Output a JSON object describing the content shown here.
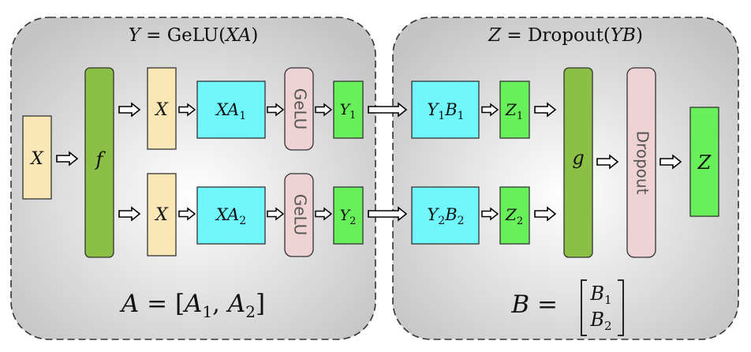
{
  "left_panel": {
    "title_lhs": "Y",
    "title_eq": " = ",
    "title_fn": "GeLU(",
    "title_arg": "XA",
    "title_close": ")",
    "footer_lhs": "A",
    "footer_eq": " = [",
    "footer_a1": "A",
    "footer_a1_sub": "1",
    "footer_comma": ", ",
    "footer_a2": "A",
    "footer_a2_sub": "2",
    "footer_close": "]",
    "input_x": "X",
    "f_label": "f",
    "branch1": {
      "x": "X",
      "xa": "XA",
      "xa_sub": "1",
      "gelu": "GeLU",
      "y": "Y",
      "y_sub": "1"
    },
    "branch2": {
      "x": "X",
      "xa": "XA",
      "xa_sub": "2",
      "gelu": "GeLU",
      "y": "Y",
      "y_sub": "2"
    }
  },
  "right_panel": {
    "title_lhs": "Z",
    "title_eq": " = ",
    "title_fn": "Dropout(",
    "title_arg": "YB",
    "title_close": ")",
    "footer_lhs": "B",
    "footer_eq": " = ",
    "footer_b1": "B",
    "footer_b1_sub": "1",
    "footer_b2": "B",
    "footer_b2_sub": "2",
    "branch1": {
      "yb_y": "Y",
      "yb_y_sub": "1",
      "yb_b": "B",
      "yb_b_sub": "1",
      "z": "Z",
      "z_sub": "1"
    },
    "branch2": {
      "yb_y": "Y",
      "yb_y_sub": "2",
      "yb_b": "B",
      "yb_b_sub": "2",
      "z": "Z",
      "z_sub": "2"
    },
    "g_label": "g",
    "dropout_label": "Dropout",
    "output_z": "Z"
  },
  "colors": {
    "input_fill": "#fbe7b5",
    "f_fill": "#8bbf45",
    "xa_fill": "#6ff7fc",
    "gelu_fill": "#efd3d4",
    "y_fill": "#67f05a",
    "panel_center": "#ffffff",
    "panel_edge": "#c6c6c6"
  }
}
